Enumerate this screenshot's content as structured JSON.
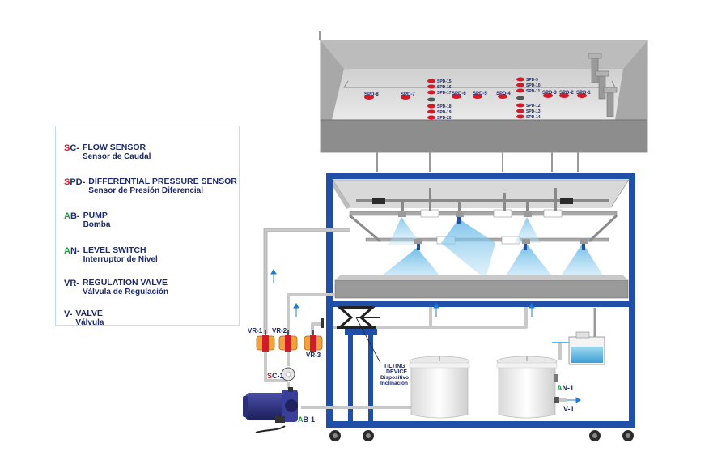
{
  "legend": [
    {
      "abbr": "SC-",
      "first": "S",
      "rest": "C-",
      "first_color": "red",
      "en": "FLOW SENSOR",
      "es": "Sensor de Caudal"
    },
    {
      "abbr": "SPD-",
      "first": "S",
      "rest": "PD-",
      "first_color": "red",
      "en": "DIFFERENTIAL PRESSURE SENSOR",
      "es": "Sensor de Presión Diferencial"
    },
    {
      "abbr": "AB-",
      "first": "A",
      "rest": "B-",
      "first_color": "green",
      "en": "PUMP",
      "es": "Bomba"
    },
    {
      "abbr": "AN-",
      "first": "A",
      "rest": "N-",
      "first_color": "green",
      "en": "LEVEL SWITCH",
      "es": "Interruptor de Nivel"
    },
    {
      "abbr": "VR-",
      "first": "",
      "rest": "VR-",
      "first_color": "navy",
      "en": "REGULATION VALVE",
      "es": "Válvula de Regulación"
    },
    {
      "abbr": "V-",
      "first": "",
      "rest": "V-",
      "first_color": "navy",
      "en": "VALVE",
      "es": "Válvula"
    }
  ],
  "sensors": {
    "spd_8": "SPD-8",
    "spd_7": "SPD-7",
    "spd_6": "SPD-6",
    "spd_5": "SPD-5",
    "spd_4": "SPD-4",
    "spd_3": "SPD-3",
    "spd_2": "SPD-2",
    "spd_1": "SPD-1",
    "spd_15": "SPD-15",
    "spd_16": "SPD-16",
    "spd_17": "SPD-17",
    "spd_18": "SPD-18",
    "spd_19": "SPD-19",
    "spd_20": "SPD-20",
    "spd_9": "SPD-9",
    "spd_10": "SPD-10",
    "spd_11": "SPD-11",
    "spd_12": "SPD-12",
    "spd_13": "SPD-13",
    "spd_14": "SPD-14"
  },
  "labels": {
    "vr1": "VR-1",
    "vr2": "VR-2",
    "vr3": "VR-3",
    "sc1_s": "S",
    "sc1_rest": "C-1",
    "ab1_a": "A",
    "ab1_rest": "B-1",
    "an1_a": "A",
    "an1_rest": "N-1",
    "v1": "V-1",
    "tilting_1": "TILTING",
    "tilting_2": "DEVICE",
    "tilting_3": "Dispositivo",
    "tilting_4": "Inclinación"
  },
  "colors": {
    "frame_blue": "#1f4fa8",
    "label_navy": "#1d2a6b",
    "sensor_red": "#d31a2a",
    "code_green": "#1f9a3c",
    "spray_blue": "#a9d8f2",
    "tray_gray": "#8d8d8d",
    "water_blue": "#6fc2e6"
  }
}
